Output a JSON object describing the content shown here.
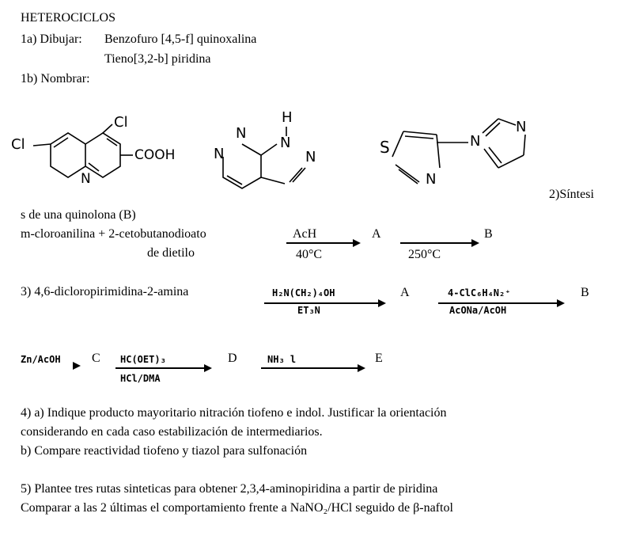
{
  "heading": "HETEROCICLOS",
  "q1a_prefix": "1a) Dibujar: ",
  "q1a_item1": "Benzofuro [4,5-f] quinoxalina",
  "q1a_item2": "Tieno[3,2-b] piridina",
  "q1b": "1b) Nombrar:",
  "structures": {
    "s1_cl1": "Cl",
    "s1_cl2": "Cl",
    "s1_cooh": "COOH",
    "s1_n": "N",
    "s2_h": "H",
    "s2_n_atoms": [
      "N",
      "N",
      "N",
      "N"
    ],
    "s3_s": "S",
    "s3_n1": "N",
    "s3_n2": "N",
    "s3_n3": "N"
  },
  "q2": {
    "label_end": "2)Síntesi",
    "line1": "s de una quinolona (B)",
    "reactants_line1": "m-cloroanilina + 2-cetobutanodioato",
    "reactants_line2": "de dietilo",
    "arrow1_top": "AcH",
    "arrow1_bottom": "40°C",
    "product_a": "A",
    "arrow2_bottom": "250°C",
    "product_b": "B"
  },
  "q3": {
    "label": "3) 4,6-dicloropirimidina-2-amina",
    "arrow1_top": "H₂N(CH₂)₄OH",
    "arrow1_bottom": "ET₃N",
    "product_a": "A",
    "arrow2_top": "4-ClC₆H₄N₂⁺",
    "arrow2_bottom": "AcONa/AcOH",
    "product_b": "B",
    "arrow3_top": "Zn/AcOH",
    "product_c": "C",
    "arrow4_top": "HC(OET)₃",
    "arrow4_bottom": "HCl/DMA",
    "product_d": "D",
    "arrow5_top": "NH₃ l",
    "product_e": "E"
  },
  "q4": {
    "line1": "4) a) Indique producto mayoritario nitración tiofeno e indol. Justificar la orientación",
    "line2": "considerando en cada caso estabilización de intermediarios.",
    "line3": "b) Compare reactividad tiofeno y tiazol para sulfonación"
  },
  "q5": {
    "line1": "5) Plantee tres rutas sinteticas para obtener 2,3,4-aminopiridina a partir de piridina",
    "line2": "Comparar a las 2 últimas el comportamiento frente a NaNO₂/HCl seguido de β-naftol"
  }
}
